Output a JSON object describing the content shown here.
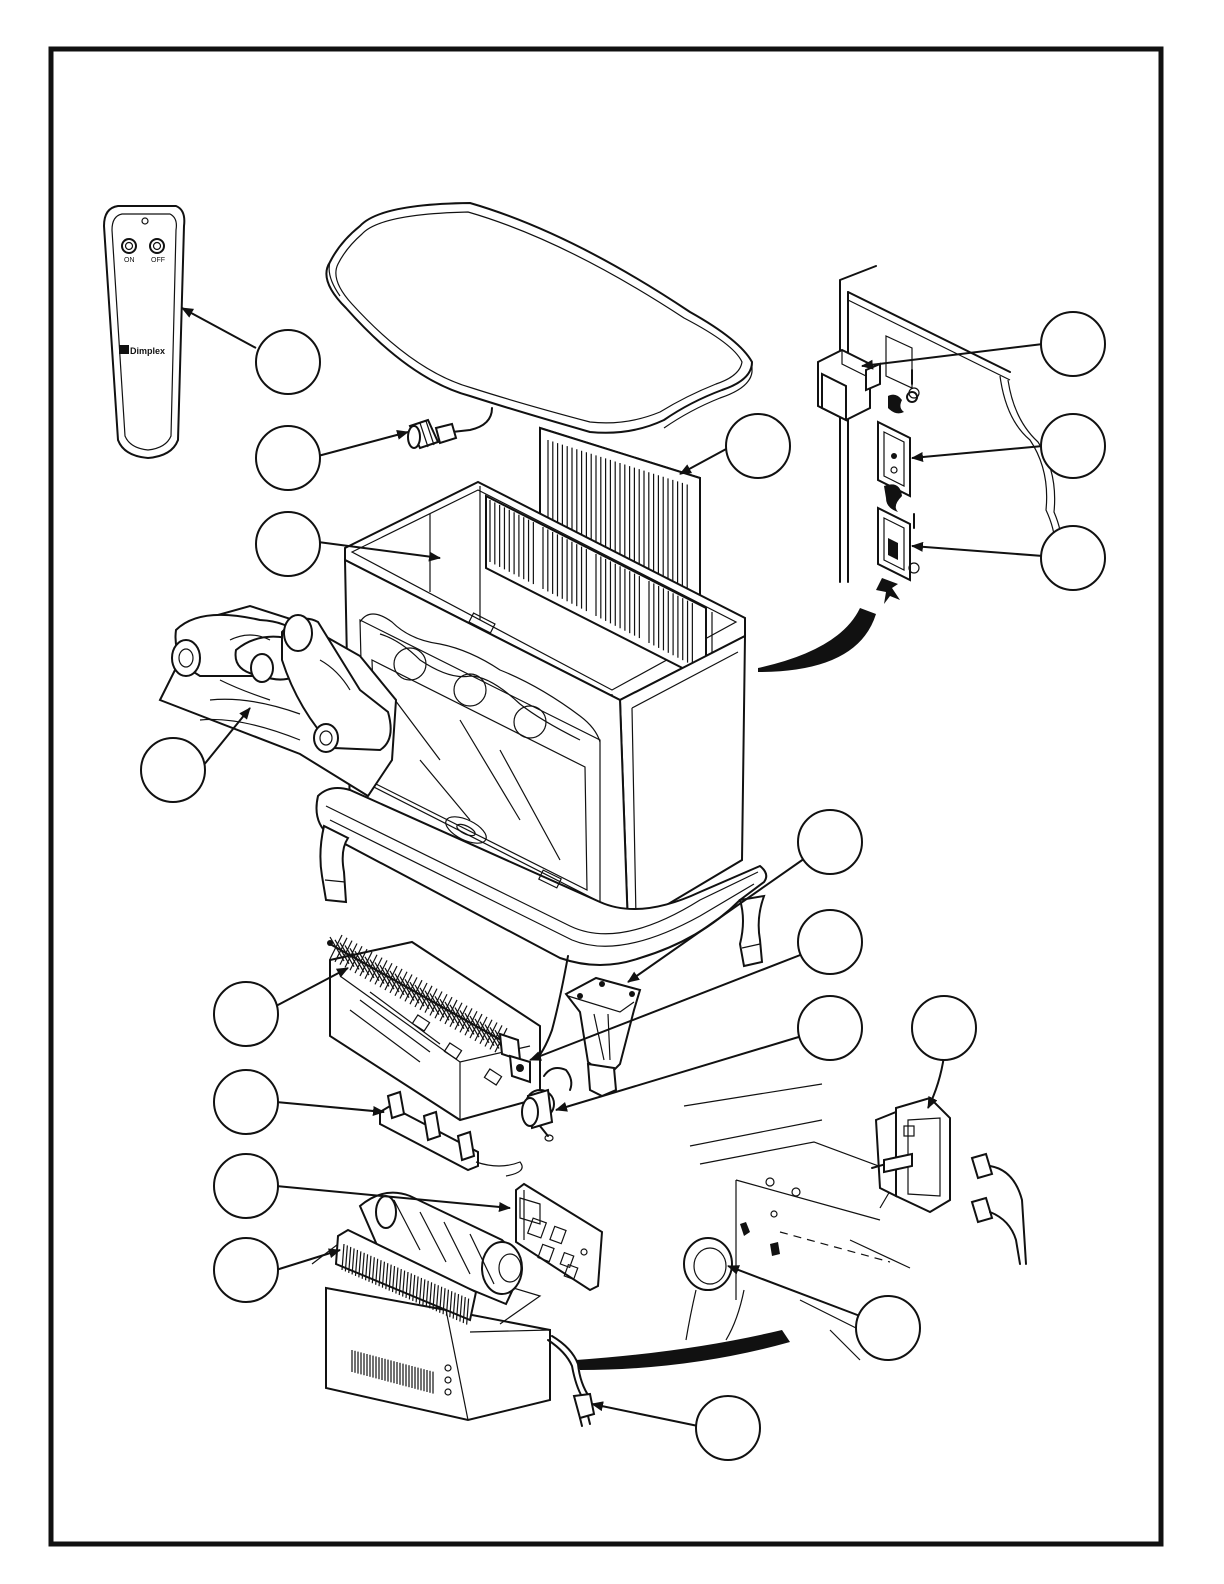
{
  "remote": {
    "on_label": "ON",
    "off_label": "OFF",
    "brand_label": "Dimplex"
  },
  "callouts": [
    {
      "id": "remote-control",
      "has_number": false
    },
    {
      "id": "power-cord-connector",
      "has_number": false
    },
    {
      "id": "top-cover",
      "has_number": false
    },
    {
      "id": "rear-louver-panel",
      "has_number": false
    },
    {
      "id": "stove-body",
      "has_number": false
    },
    {
      "id": "log-set",
      "has_number": false
    },
    {
      "id": "power-switch",
      "has_number": false
    },
    {
      "id": "flame-switch",
      "has_number": false
    },
    {
      "id": "heater-switch",
      "has_number": false
    },
    {
      "id": "stove-leg",
      "has_number": false
    },
    {
      "id": "flicker-rod-assembly",
      "has_number": false
    },
    {
      "id": "wire-connector",
      "has_number": false
    },
    {
      "id": "flicker-motor",
      "has_number": false
    },
    {
      "id": "light-socket-bracket",
      "has_number": false
    },
    {
      "id": "control-board",
      "has_number": false
    },
    {
      "id": "heater-fan-assembly",
      "has_number": false
    },
    {
      "id": "thermostat-rheostat",
      "has_number": false
    },
    {
      "id": "control-knob",
      "has_number": false
    },
    {
      "id": "power-cord",
      "has_number": false
    }
  ]
}
